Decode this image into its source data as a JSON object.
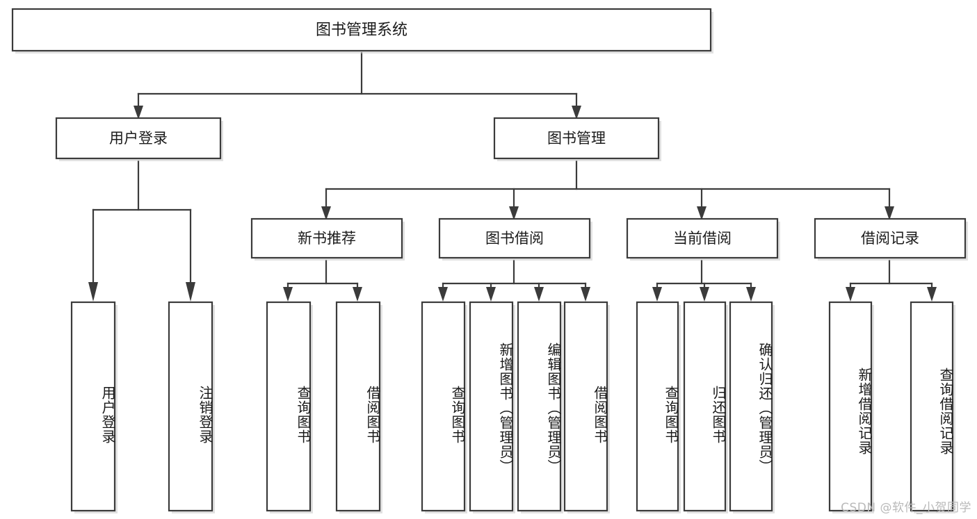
{
  "diagram": {
    "title": "图书管理系统",
    "type": "tree",
    "orientation": "top-down",
    "root": {
      "id": "root",
      "label": "图书管理系统",
      "children": [
        {
          "id": "user-login",
          "label": "用户登录",
          "children": [
            {
              "id": "user-login-leaf",
              "label": "用户登录",
              "vertical": true
            },
            {
              "id": "user-logout-leaf",
              "label": "注销登录",
              "vertical": true
            }
          ]
        },
        {
          "id": "book-manage",
          "label": "图书管理",
          "children": [
            {
              "id": "new-book-recommend",
              "label": "新书推荐",
              "children": [
                {
                  "id": "query-book-1",
                  "label": "查询图书",
                  "vertical": true
                },
                {
                  "id": "borrow-book-1",
                  "label": "借阅图书",
                  "vertical": true
                }
              ]
            },
            {
              "id": "book-borrow",
              "label": "图书借阅",
              "children": [
                {
                  "id": "query-book-2",
                  "label": "查询图书",
                  "vertical": true
                },
                {
                  "id": "add-book-admin",
                  "label": "新增图书（管理员）",
                  "vertical": true
                },
                {
                  "id": "edit-book-admin",
                  "label": "编辑图书（管理员）",
                  "vertical": true
                },
                {
                  "id": "borrow-book-2",
                  "label": "借阅图书",
                  "vertical": true
                }
              ]
            },
            {
              "id": "current-borrow",
              "label": "当前借阅",
              "children": [
                {
                  "id": "query-book-3",
                  "label": "查询图书",
                  "vertical": true
                },
                {
                  "id": "return-book",
                  "label": "归还图书",
                  "vertical": true
                },
                {
                  "id": "confirm-return-admin",
                  "label": "确认归还（管理员）",
                  "vertical": true
                }
              ]
            },
            {
              "id": "borrow-record",
              "label": "借阅记录",
              "children": [
                {
                  "id": "add-borrow-record",
                  "label": "新增借阅记录",
                  "vertical": true
                },
                {
                  "id": "query-borrow-record",
                  "label": "查询借阅记录",
                  "vertical": true
                }
              ]
            }
          ]
        }
      ]
    }
  },
  "labels": {
    "root": "图书管理系统",
    "user_login": "用户登录",
    "book_manage": "图书管理",
    "new_book_recommend": "新书推荐",
    "book_borrow": "图书借阅",
    "current_borrow": "当前借阅",
    "borrow_record": "借阅记录",
    "leaf_user_login": "用户登录",
    "leaf_user_logout": "注销登录",
    "leaf_query_book_1": "查询图书",
    "leaf_borrow_book_1": "借阅图书",
    "leaf_query_book_2": "查询图书",
    "leaf_add_book_admin": "新增图书（管理员）",
    "leaf_edit_book_admin": "编辑图书（管理员）",
    "leaf_borrow_book_2": "借阅图书",
    "leaf_query_book_3": "查询图书",
    "leaf_return_book": "归还图书",
    "leaf_confirm_return_admin": "确认归还（管理员）",
    "leaf_add_borrow_record": "新增借阅记录",
    "leaf_query_borrow_record": "查询借阅记录"
  },
  "watermark": {
    "text": "CSDN @软件_小贺同学"
  },
  "colors": {
    "background": "#ffffff",
    "box_fill": "#ffffff",
    "box_stroke": "#3b3b3b",
    "text": "#1a1a1a",
    "watermark": "#b9b9b9",
    "shadow": "#c9c9c9"
  }
}
